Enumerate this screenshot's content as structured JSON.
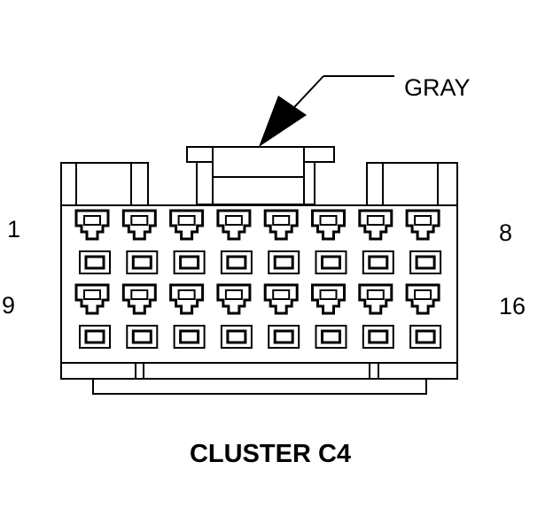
{
  "connector": {
    "color_label": "GRAY",
    "title": "CLUSTER C4",
    "pin_labels": {
      "row1_left": "1",
      "row1_right": "8",
      "row2_left": "9",
      "row2_right": "16"
    },
    "rows": 2,
    "pins_per_row": 8,
    "line_color": "#000000",
    "background": "#ffffff"
  }
}
